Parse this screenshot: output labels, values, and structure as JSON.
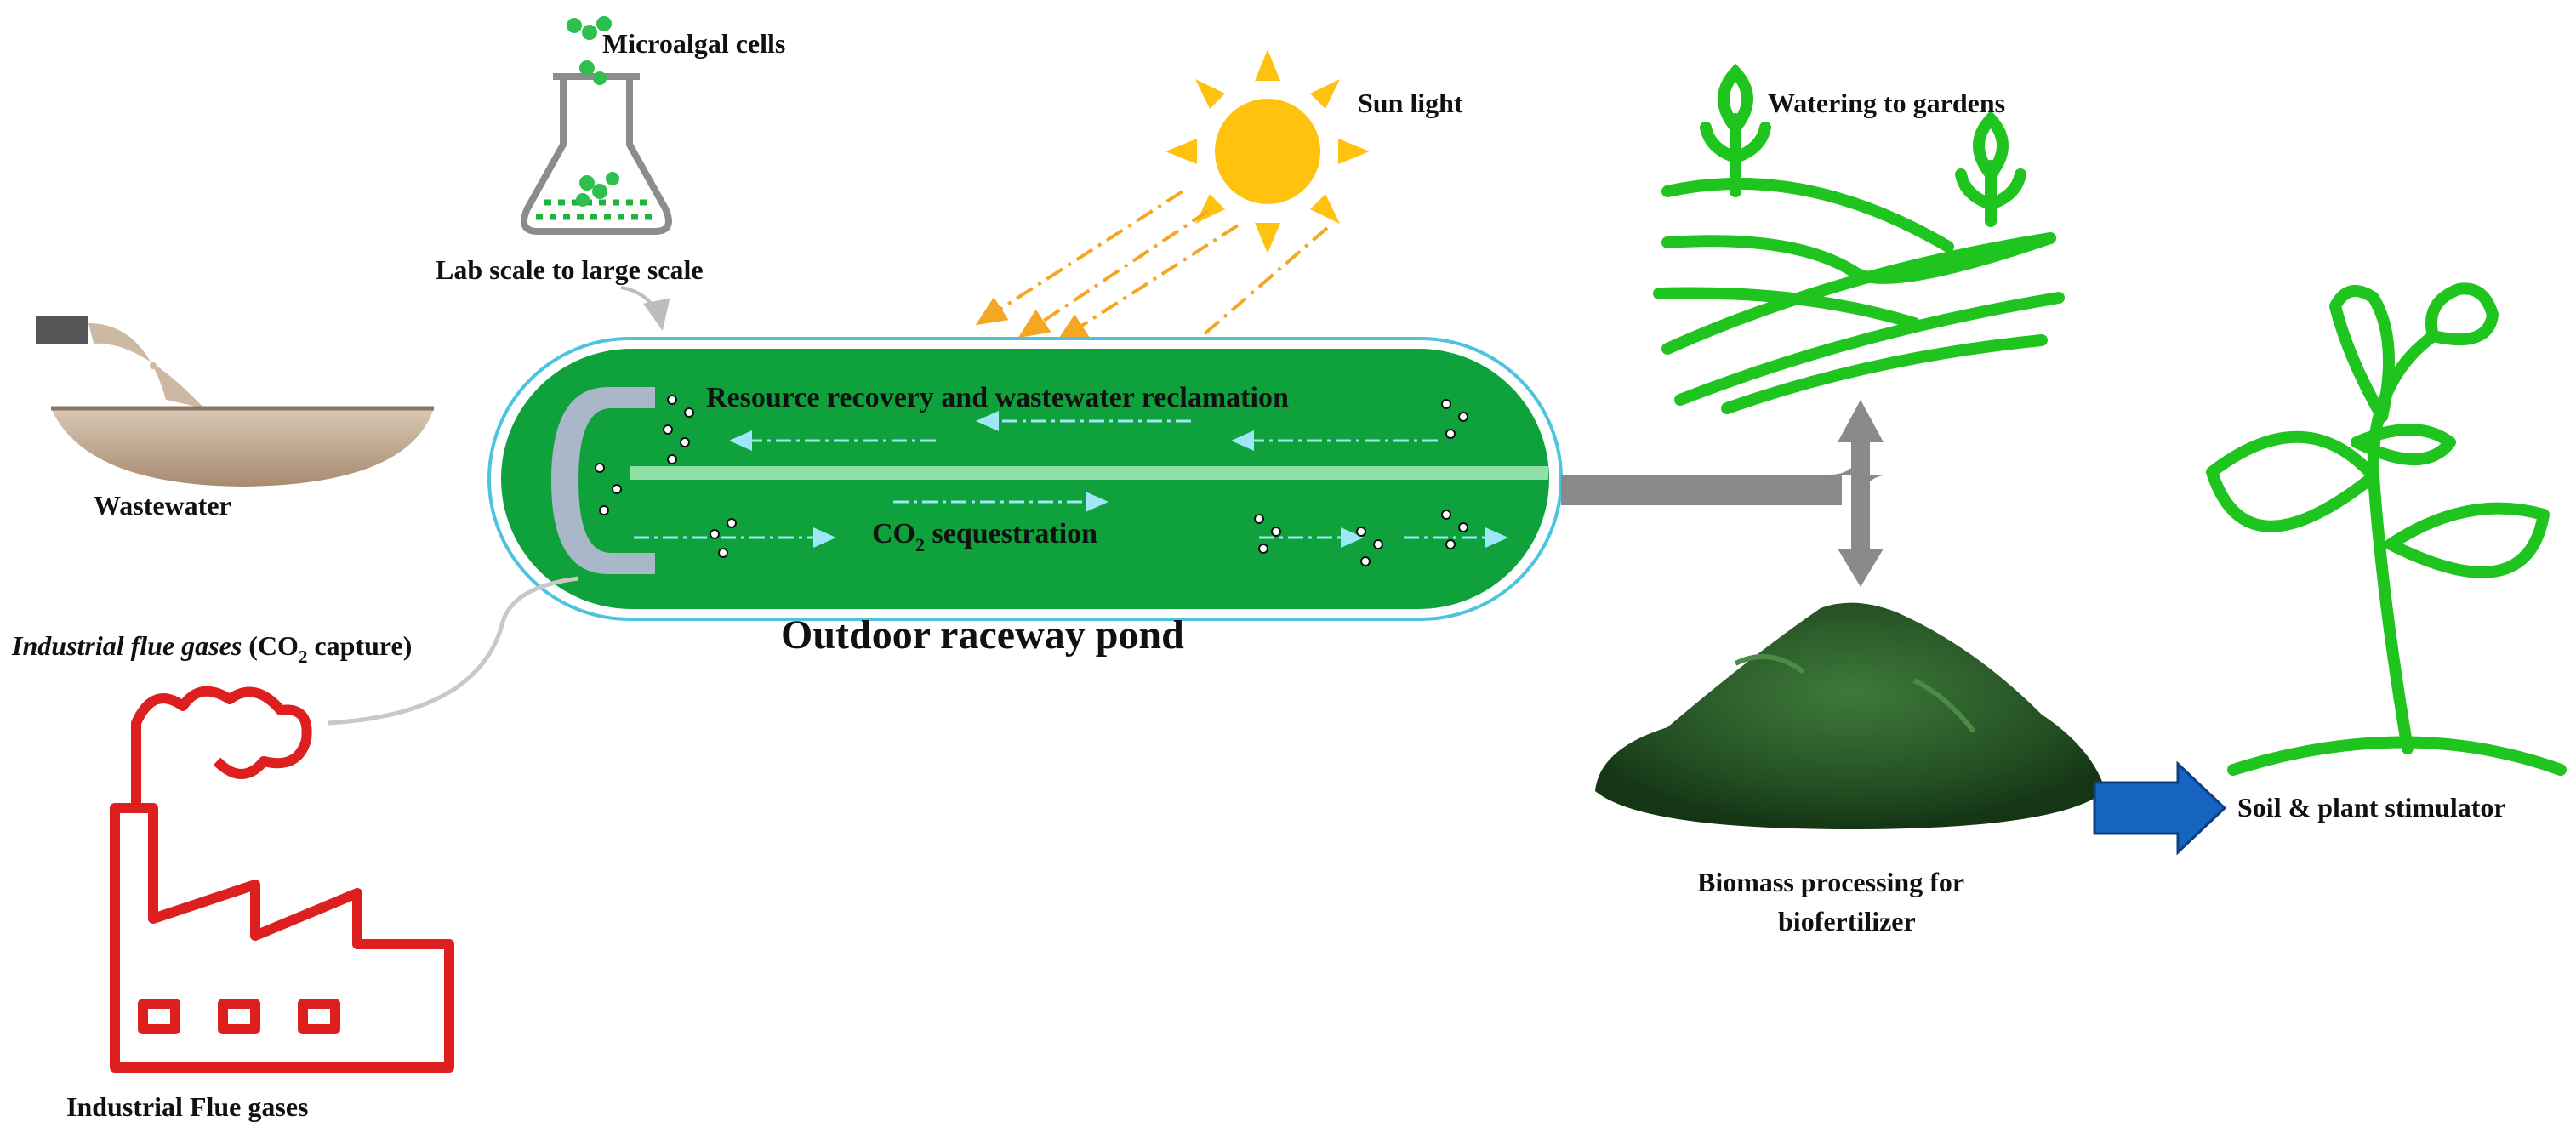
{
  "labels": {
    "microalgal_cells": "Microalgal cells",
    "lab_scale": "Lab scale to large scale",
    "sun_light": "Sun light",
    "watering": "Watering to gardens",
    "wastewater": "Wastewater",
    "resource_recovery": "Resource recovery and wastewater reclamation",
    "co2_prefix": "CO",
    "co2_sub": "2",
    "co2_suffix": " sequestration",
    "pond_title": "Outdoor raceway pond",
    "flue_italic": "Industrial flue gases",
    "flue_paren_open": " (CO",
    "flue_sub": "2",
    "flue_paren_close": " capture)",
    "industrial_flue": "Industrial Flue gases",
    "biomass_line1": "Biomass processing for",
    "biomass_line2": "biofertilizer",
    "soil_stimulator": "Soil & plant stimulator"
  },
  "colors": {
    "pond_green": "#0fa23c",
    "pond_border": "#4cc4e0",
    "sun": "#ffc20e",
    "ray": "#f5a623",
    "plant_green": "#1fc41f",
    "factory_red": "#dd1f1f",
    "flow_gray": "#8a8a8a",
    "blue_arrow": "#1565c0",
    "paddle": "#a9b7c9"
  }
}
